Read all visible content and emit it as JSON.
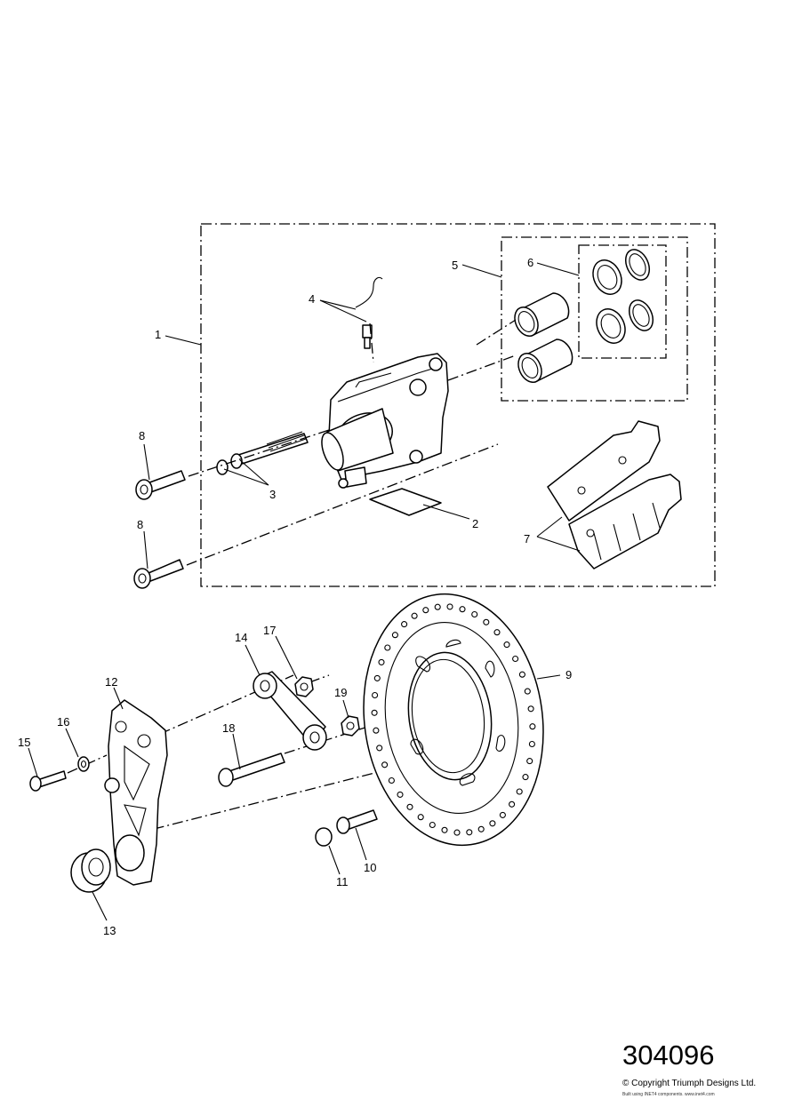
{
  "diagram": {
    "callouts": [
      "1",
      "2",
      "3",
      "4",
      "5",
      "6",
      "7",
      "8",
      "8",
      "9",
      "10",
      "11",
      "12",
      "13",
      "14",
      "15",
      "16",
      "17",
      "18",
      "19"
    ]
  },
  "footer": {
    "reference_number": "304096",
    "copyright": "© Copyright Triumph Designs Ltd.",
    "credit": "Built using INET4 components. www.inet4.com"
  }
}
